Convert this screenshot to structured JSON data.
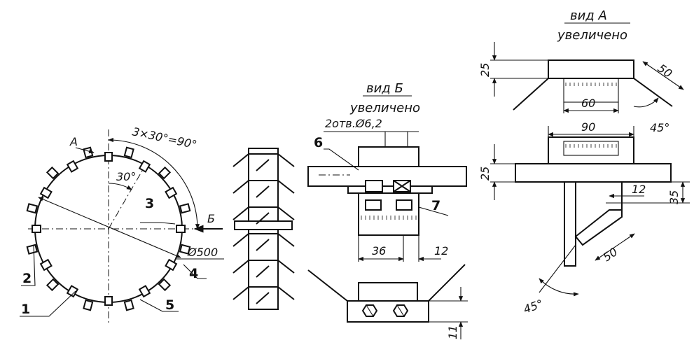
{
  "wheel_view": {
    "callout_a": "A",
    "angle_total": "3×30°=90°",
    "angle_single": "30°",
    "callout_b": "Б",
    "diameter": "Ø500",
    "parts": [
      "1",
      "2",
      "3",
      "4",
      "5"
    ]
  },
  "view_b": {
    "title": "вид Б",
    "subtitle": "увеличено",
    "holes_note": "2отв.Ø6,2",
    "part_6": "6",
    "part_7": "7",
    "dim_36": "36",
    "dim_12": "12",
    "dim_11": "11"
  },
  "view_a": {
    "title": "вид А",
    "subtitle": "увеличено",
    "dim_25_top": "25",
    "dim_50_top": "50",
    "dim_60": "60",
    "dim_45_top": "45°",
    "dim_90": "90",
    "dim_25_mid": "25",
    "dim_12": "12",
    "dim_35": "35",
    "dim_50_bottom": "50",
    "dim_45_bottom": "45°"
  }
}
